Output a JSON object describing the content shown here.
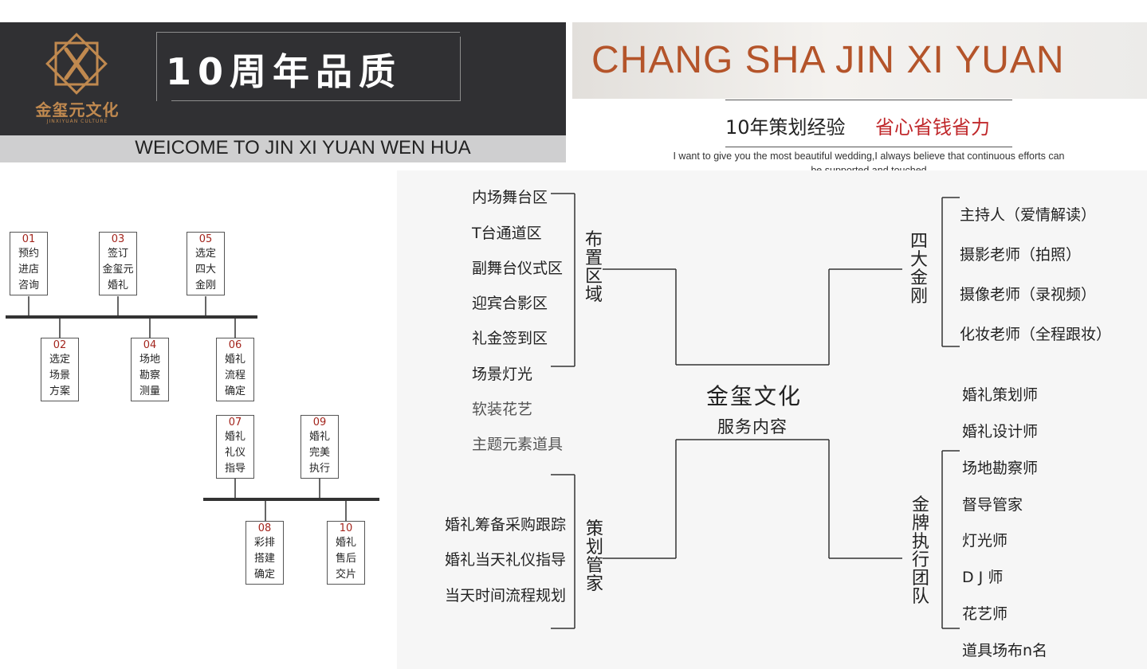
{
  "header": {
    "logo_text": "金玺元文化",
    "logo_sub": "JINXIYUAN CULTURE",
    "slogan": "10周年品质",
    "welcome": "WEICOME  TO JIN XI YUAN WEN HUA",
    "brand_en": "CHANG  SHA JIN XI YUAN",
    "experience": "10年策划经验",
    "experience_red": "省心省钱省力",
    "quote": "I want to give you the most beautiful wedding,I always believe that continuous efforts can be supported and touched"
  },
  "process": [
    {
      "num": "01",
      "text": "预约\n进店\n咨询"
    },
    {
      "num": "02",
      "text": "选定\n场景\n方案"
    },
    {
      "num": "03",
      "text": "签订\n金玺元\n婚礼"
    },
    {
      "num": "04",
      "text": "场地\n勘察\n测量"
    },
    {
      "num": "05",
      "text": "选定\n四大\n金刚"
    },
    {
      "num": "06",
      "text": "婚礼\n流程\n确定"
    },
    {
      "num": "07",
      "text": "婚礼\n礼仪\n指导"
    },
    {
      "num": "08",
      "text": "彩排\n搭建\n确定"
    },
    {
      "num": "09",
      "text": "婚礼\n完美\n执行"
    },
    {
      "num": "10",
      "text": "婚礼\n售后\n交片"
    }
  ],
  "center": {
    "title": "金玺文化",
    "subtitle": "服务内容"
  },
  "layout_zone": {
    "label": "布置区域",
    "items": [
      "内场舞台区",
      "T台通道区",
      "副舞台仪式区",
      "迎宾合影区",
      "礼金签到区",
      "场景灯光",
      "软装花艺",
      "主题元素道具"
    ]
  },
  "planning_steward": {
    "label": "策划管家",
    "items": [
      "婚礼筹备采购跟踪",
      "婚礼当天礼仪指导",
      "当天时间流程规划"
    ]
  },
  "four_kings": {
    "label": "四大金刚",
    "items": [
      "主持人（爱情解读）",
      "摄影老师（拍照）",
      "摄像老师（录视频）",
      "化妆老师（全程跟妆）"
    ]
  },
  "execution_team": {
    "label": "金牌执行团队",
    "items": [
      "婚礼策划师",
      "婚礼设计师",
      "场地勘察师",
      "督导管家",
      "灯光师",
      "D J 师",
      "花艺师",
      "道具场布n名"
    ]
  },
  "colors": {
    "accent_gold": "#c0894f",
    "brand_red": "#b4542a",
    "highlight_red": "#c0282b",
    "step_number_red": "#a3251d"
  }
}
